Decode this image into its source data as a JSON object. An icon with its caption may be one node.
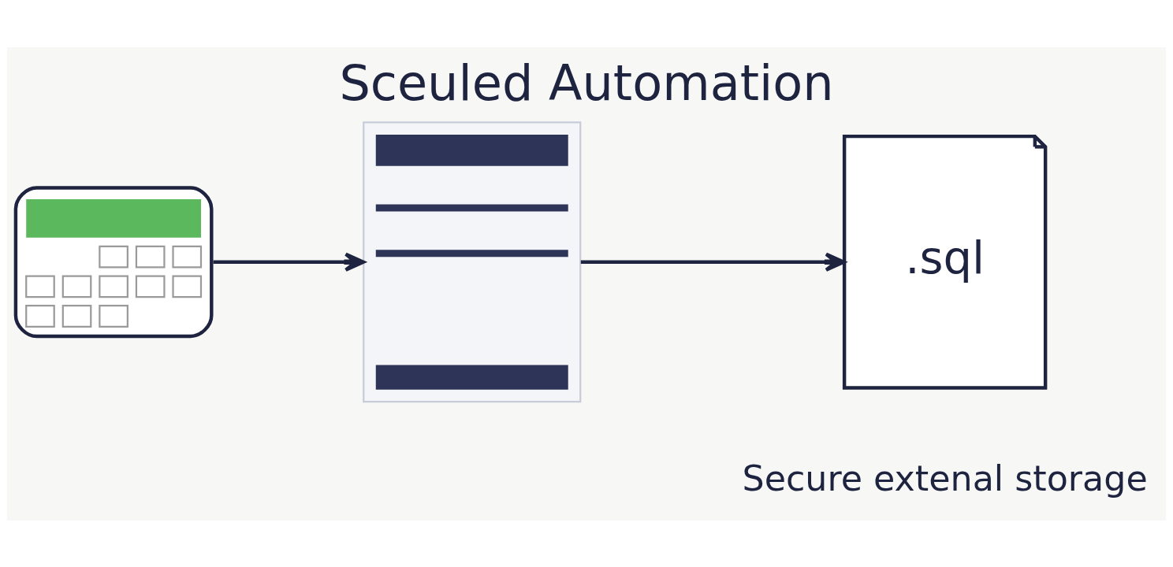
{
  "diagram": {
    "title": "Sceuled Automation",
    "nodes": [
      {
        "text": [],
        "shape": "calendar"
      },
      {
        "text": [],
        "shape": "server"
      },
      {
        "text": [
          ".sql"
        ],
        "beside": [
          "Secure extenal storage"
        ]
      }
    ],
    "edges": [
      {
        "from": 0,
        "to": 1,
        "arrow": "to"
      },
      {
        "from": 1,
        "to": 2,
        "arrow": "to"
      }
    ]
  }
}
